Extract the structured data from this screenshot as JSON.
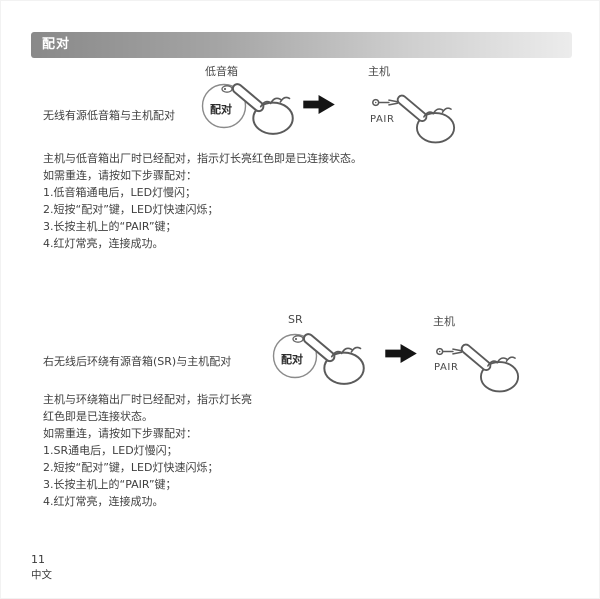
{
  "header": {
    "title": "配对"
  },
  "sections": [
    {
      "diagram": {
        "device_label": "低音箱",
        "button_label": "配对",
        "main_label": "主机",
        "pair_label": "PAIR"
      },
      "heading": "无线有源低音箱与主机配对",
      "lines": [
        "主机与低音箱出厂时已经配对，指示灯长亮红色即是已连接状态。",
        "如需重连，请按如下步骤配对：",
        "1.低音箱通电后，LED灯慢闪；",
        "2.短按“配对”键，LED灯快速闪烁；",
        "3.长按主机上的“PAIR”键；",
        "4.红灯常亮，连接成功。"
      ]
    },
    {
      "diagram": {
        "device_label": "SR",
        "button_label": "配对",
        "main_label": "主机",
        "pair_label": "PAIR"
      },
      "heading": "右无线后环绕有源音箱(SR)与主机配对",
      "lines": [
        "主机与环绕箱出厂时已经配对，指示灯长亮",
        "红色即是已连接状态。",
        "如需重连，请按如下步骤配对：",
        "1.SR通电后，LED灯慢闪；",
        "2.短按“配对”键，LED灯快速闪烁；",
        "3.长按主机上的“PAIR”键；",
        "4.红灯常亮，连接成功。"
      ]
    }
  ],
  "footer": {
    "page_number": "11",
    "language": "中文"
  },
  "colors": {
    "header_gradient_start": "#898989",
    "header_gradient_end": "#ececec",
    "ink": "#3f3f3f"
  }
}
